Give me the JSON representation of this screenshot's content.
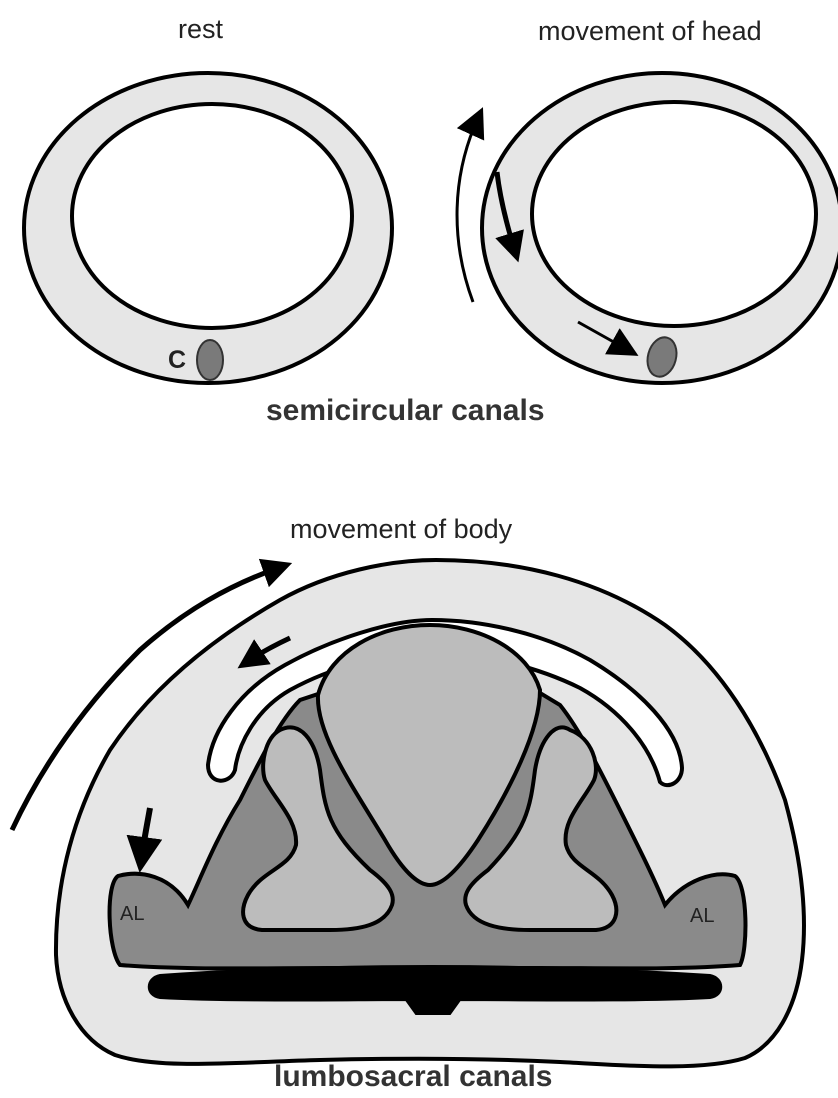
{
  "labels": {
    "rest": "rest",
    "movement_head": "movement of head",
    "semicircular": "semicircular canals",
    "movement_body": "movement of body",
    "lumbosacral": "lumbosacral canals",
    "c_marker": "C",
    "al_left": "AL",
    "al_right": "AL"
  },
  "colors": {
    "outline": "#000000",
    "canal_fill": "#e6e6e6",
    "lumen_fill": "#ffffff",
    "spinal_dark": "#8a8a8a",
    "spinal_light": "#bcbcbc",
    "cupula": "#7a7a7a",
    "ligament": "#000000"
  },
  "icons": [
    "arrow-up-curved",
    "arrow-down-short",
    "arrow-to-cupula",
    "arrow-body-curved",
    "arrow-left-short",
    "arrow-down-al"
  ]
}
